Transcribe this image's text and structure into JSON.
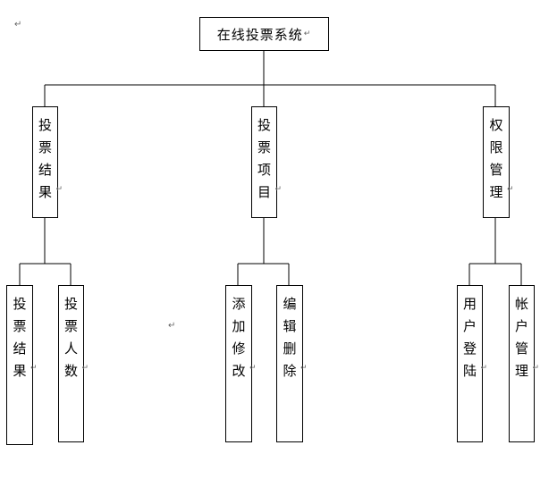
{
  "root": {
    "label": "在线投票系统"
  },
  "branches": [
    {
      "label": "投票结果",
      "children": [
        {
          "label": "投票结果"
        },
        {
          "label": "投票人数"
        }
      ]
    },
    {
      "label": "投票项目",
      "children": [
        {
          "label": "添加修改"
        },
        {
          "label": "编辑删除"
        }
      ]
    },
    {
      "label": "权限管理",
      "children": [
        {
          "label": "用户登陆"
        },
        {
          "label": "帐户管理"
        }
      ]
    }
  ],
  "marks": {
    "paragraph": "↵",
    "return": "↵"
  }
}
